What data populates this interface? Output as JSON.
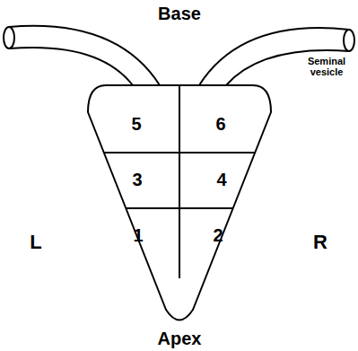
{
  "diagram": {
    "labels": [
      "Base",
      "Seminal vesicle",
      "5",
      "6",
      "3",
      "4",
      "L",
      "1",
      "2",
      "R",
      "Apex"
    ]
  }
}
